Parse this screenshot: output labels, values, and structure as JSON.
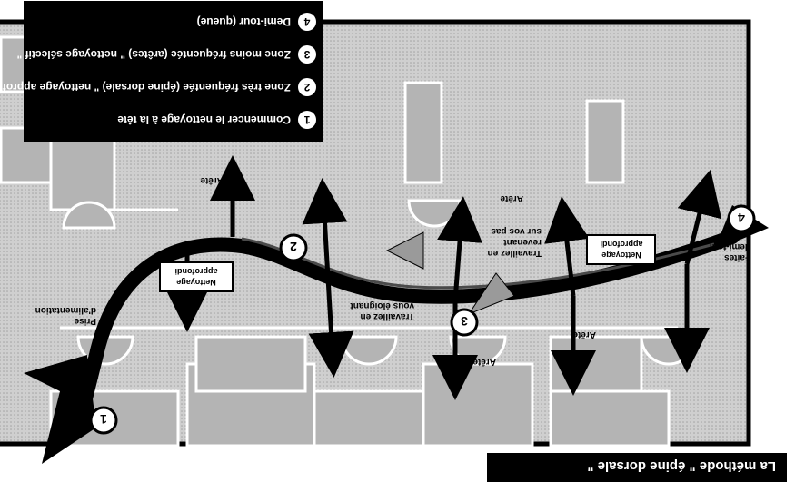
{
  "caption": "La méthode \" épine dorsale \"",
  "legend": [
    {
      "num": "1",
      "text": "Commencer le nettoyage à la tête"
    },
    {
      "num": "2",
      "text": "Zone très fréquentée (épine dorsale) \" nettoyage approfondi \""
    },
    {
      "num": "3",
      "text": "Zone moins fréquentée (arêtes) \" nettoyage sélectif \""
    },
    {
      "num": "4",
      "text": "Demi-tour (queue)"
    }
  ],
  "labels": {
    "start_number": "1",
    "point2_number": "2",
    "point3_number": "3",
    "point4_number": "4",
    "power_outlet": [
      "Prise",
      "d'alimentation"
    ],
    "spine_clean_1": [
      "Nettoyage",
      "approfondi"
    ],
    "spine_clean_2": [
      "Nettoyage",
      "approfondi"
    ],
    "work_away": [
      "Travaillez en",
      "vous éloignant"
    ],
    "work_back": [
      "Travaillez en",
      "revenant",
      "sur vos pas"
    ],
    "turn_point": [
      "Faites",
      "demi-tour"
    ],
    "arete": "Arête"
  },
  "colors": {
    "floor": "#c9c9c9",
    "black": "#000000",
    "arrow_fill": "#9a9a9a"
  }
}
